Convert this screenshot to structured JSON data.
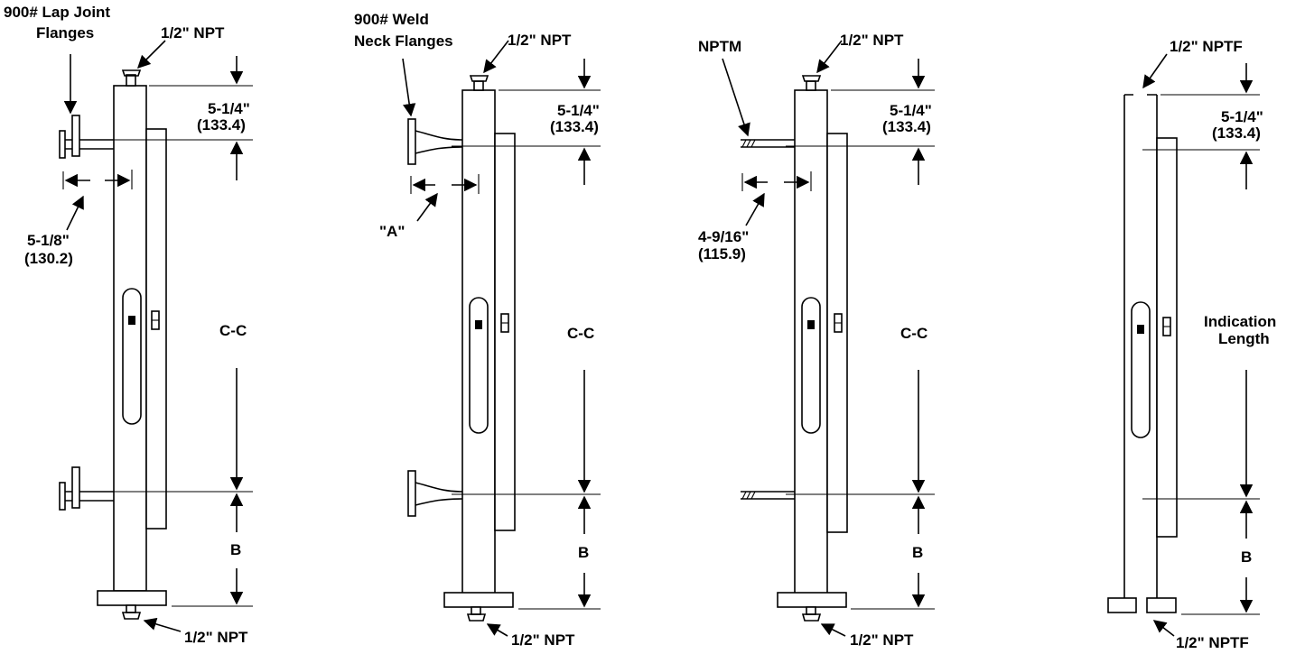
{
  "diagrams": [
    {
      "flange_label_1": "900# Lap Joint",
      "flange_label_2": "Flanges",
      "top_conn": "1/2\" NPT",
      "top_dim_1": "5-1/4\"",
      "top_dim_2": "(133.4)",
      "side_dim_1": "5-1/8\"",
      "side_dim_2": "(130.2)",
      "center_label": "C-C",
      "bottom_dim": "B",
      "bottom_conn": "1/2\" NPT"
    },
    {
      "flange_label_1": "900# Weld",
      "flange_label_2": "Neck Flanges",
      "top_conn": "1/2\" NPT",
      "top_dim_1": "5-1/4\"",
      "top_dim_2": "(133.4)",
      "side_dim_1": "\"A\"",
      "center_label": "C-C",
      "bottom_dim": "B",
      "bottom_conn": "1/2\" NPT"
    },
    {
      "flange_label_1": "NPTM",
      "top_conn": "1/2\" NPT",
      "top_dim_1": "5-1/4\"",
      "top_dim_2": "(133.4)",
      "side_dim_1": "4-9/16\"",
      "side_dim_2": "(115.9)",
      "center_label": "C-C",
      "bottom_dim": "B",
      "bottom_conn": "1/2\" NPT"
    },
    {
      "top_conn": "1/2\" NPTF",
      "top_dim_1": "5-1/4\"",
      "top_dim_2": "(133.4)",
      "center_label_1": "Indication",
      "center_label_2": "Length",
      "bottom_dim": "B",
      "bottom_conn": "1/2\" NPTF"
    }
  ]
}
